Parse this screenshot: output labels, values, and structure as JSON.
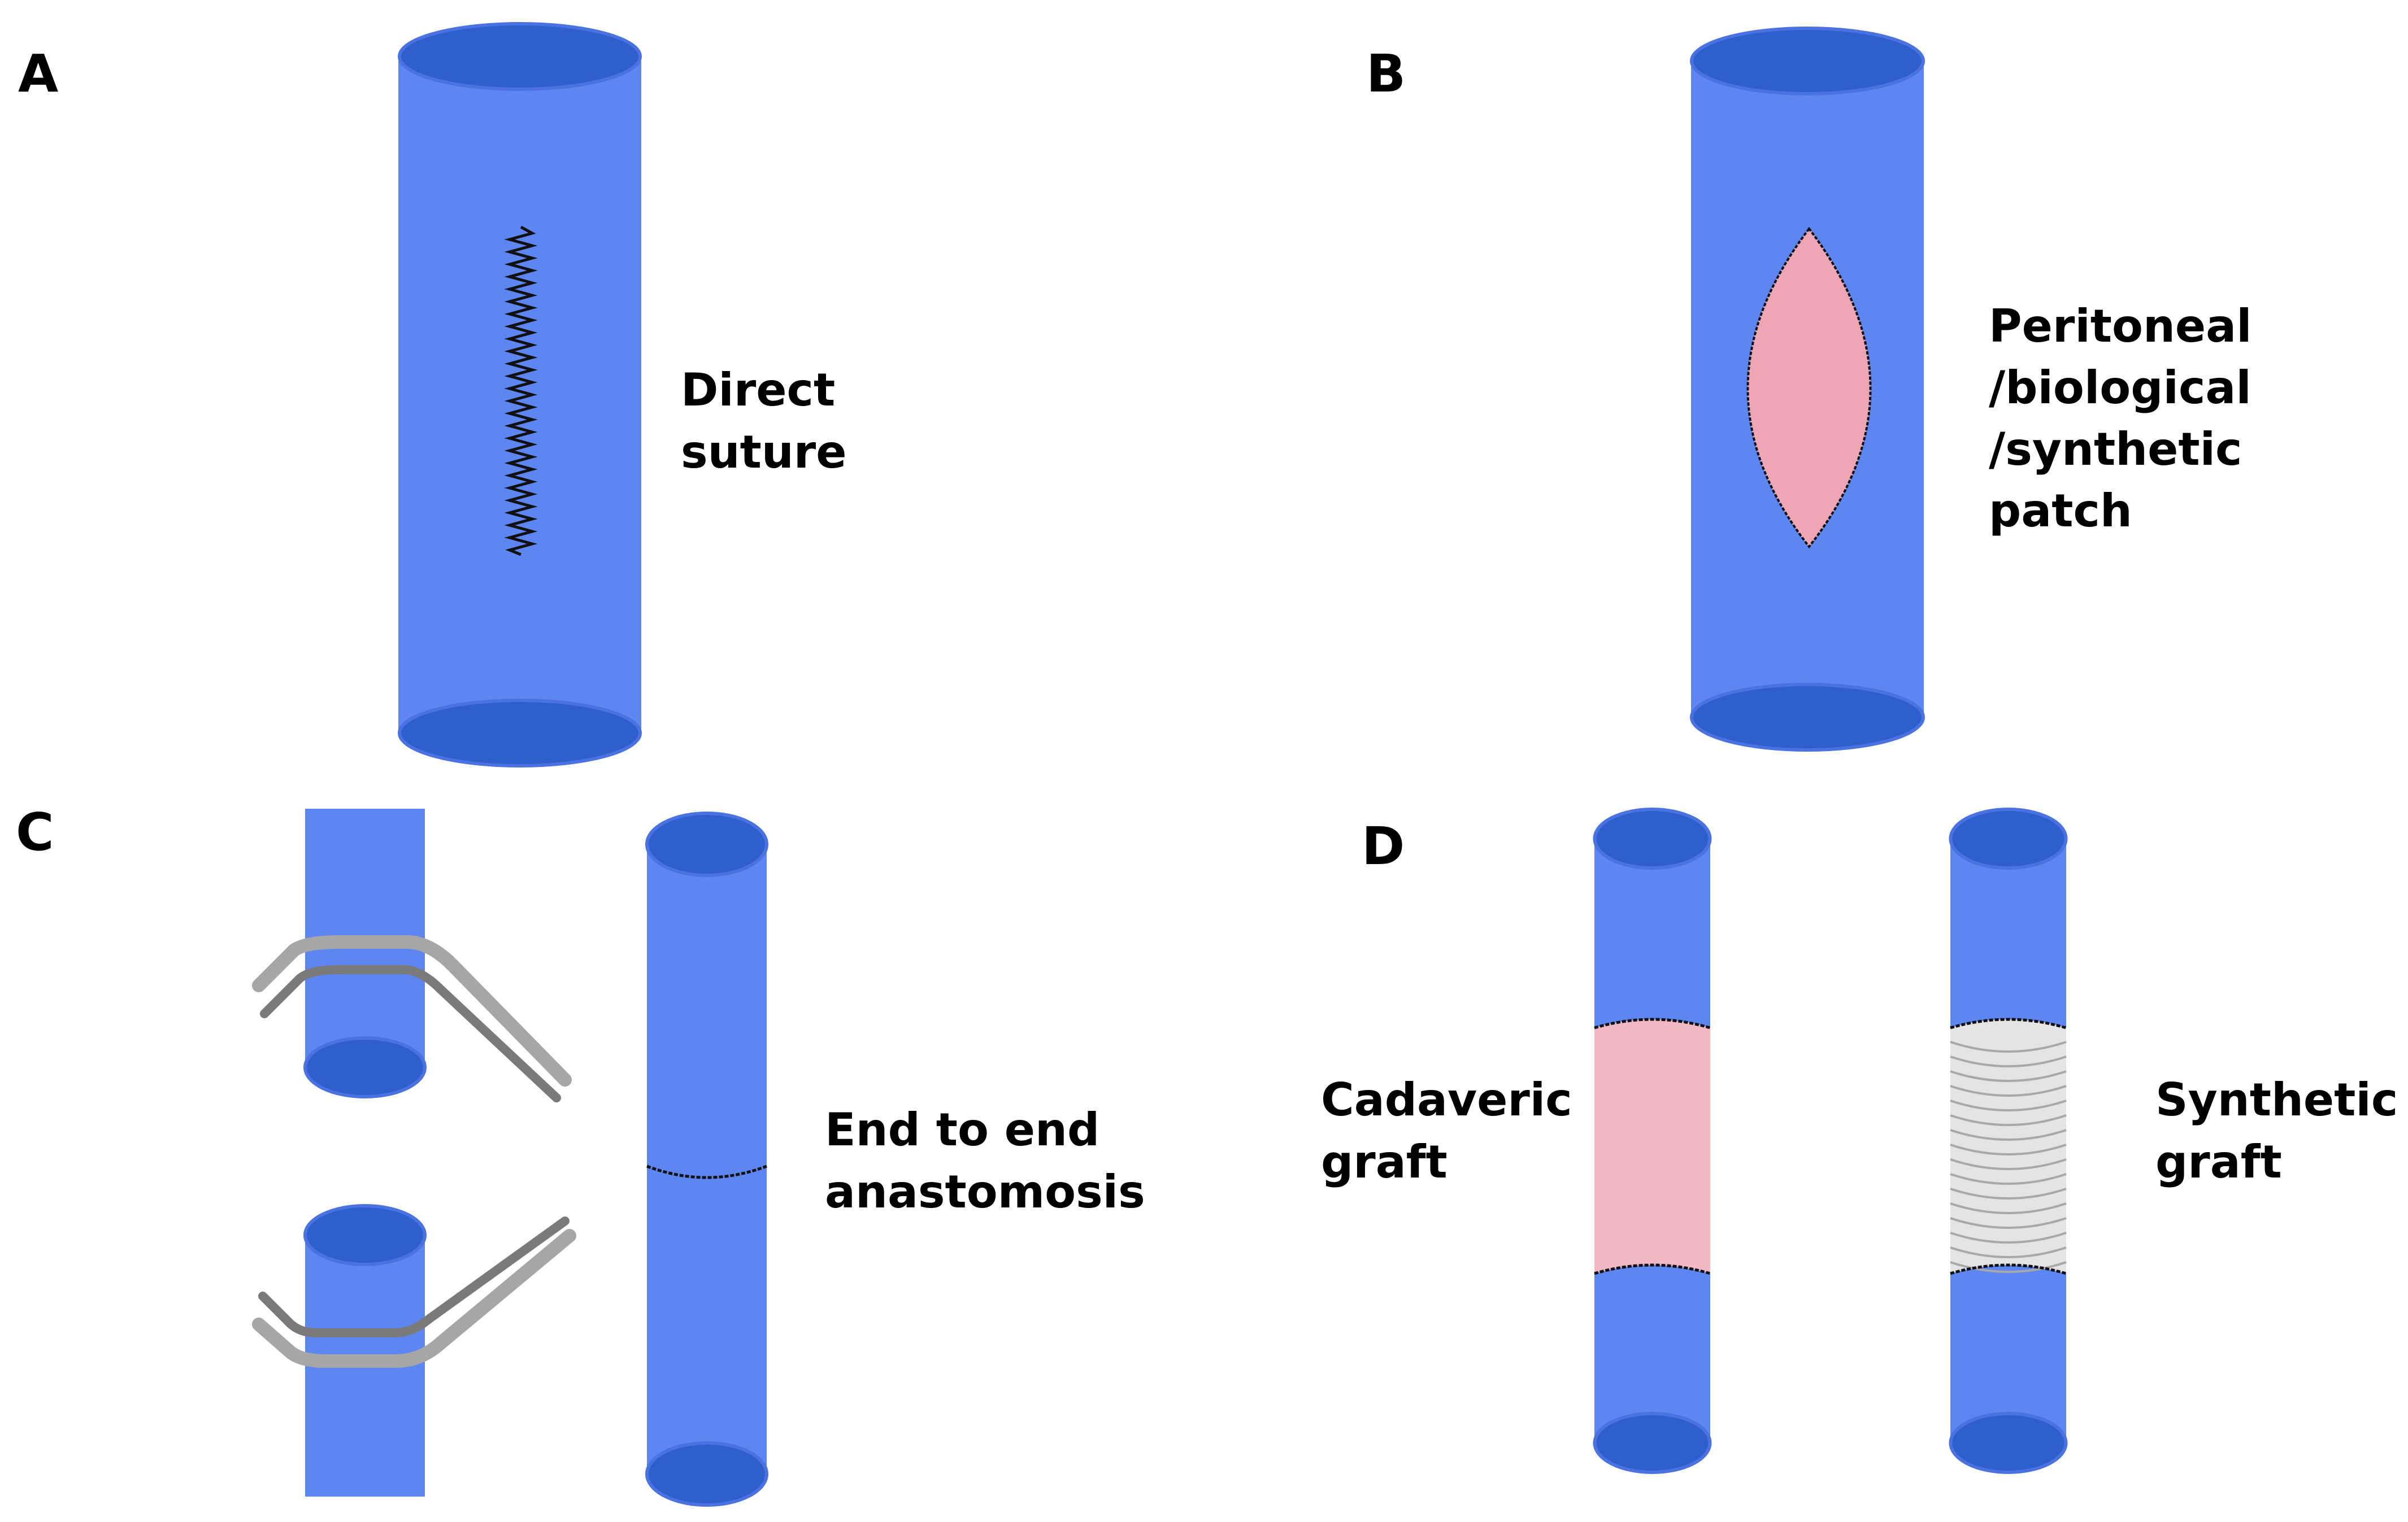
{
  "colors": {
    "vessel_body": "#5e86f0",
    "vessel_edge": "#4a72e0",
    "vessel_opening": "#2f5fcc",
    "patch_fill": "#eea6b4",
    "cadaveric_graft_fill": "#f2b8c4",
    "synthetic_graft_fill": "#e4e4e4",
    "synthetic_graft_rings": "#a8a8a8",
    "clamp_light": "#a6a6a6",
    "clamp_dark": "#7a7a7a",
    "suture": "#111111"
  },
  "panels": {
    "a": {
      "letter": "A",
      "caption_lines": [
        "Direct",
        "suture"
      ]
    },
    "b": {
      "letter": "B",
      "caption_lines": [
        "Peritoneal",
        "/biological",
        "/synthetic",
        "patch"
      ]
    },
    "c": {
      "letter": "C",
      "caption_lines": [
        "End to end",
        "anastomosis"
      ]
    },
    "d": {
      "letter": "D",
      "left_caption_lines": [
        "Cadaveric",
        "graft"
      ],
      "right_caption_lines": [
        "Synthetic",
        "graft"
      ]
    }
  },
  "icons": {
    "vascular_clamp": "clamp-icon"
  }
}
